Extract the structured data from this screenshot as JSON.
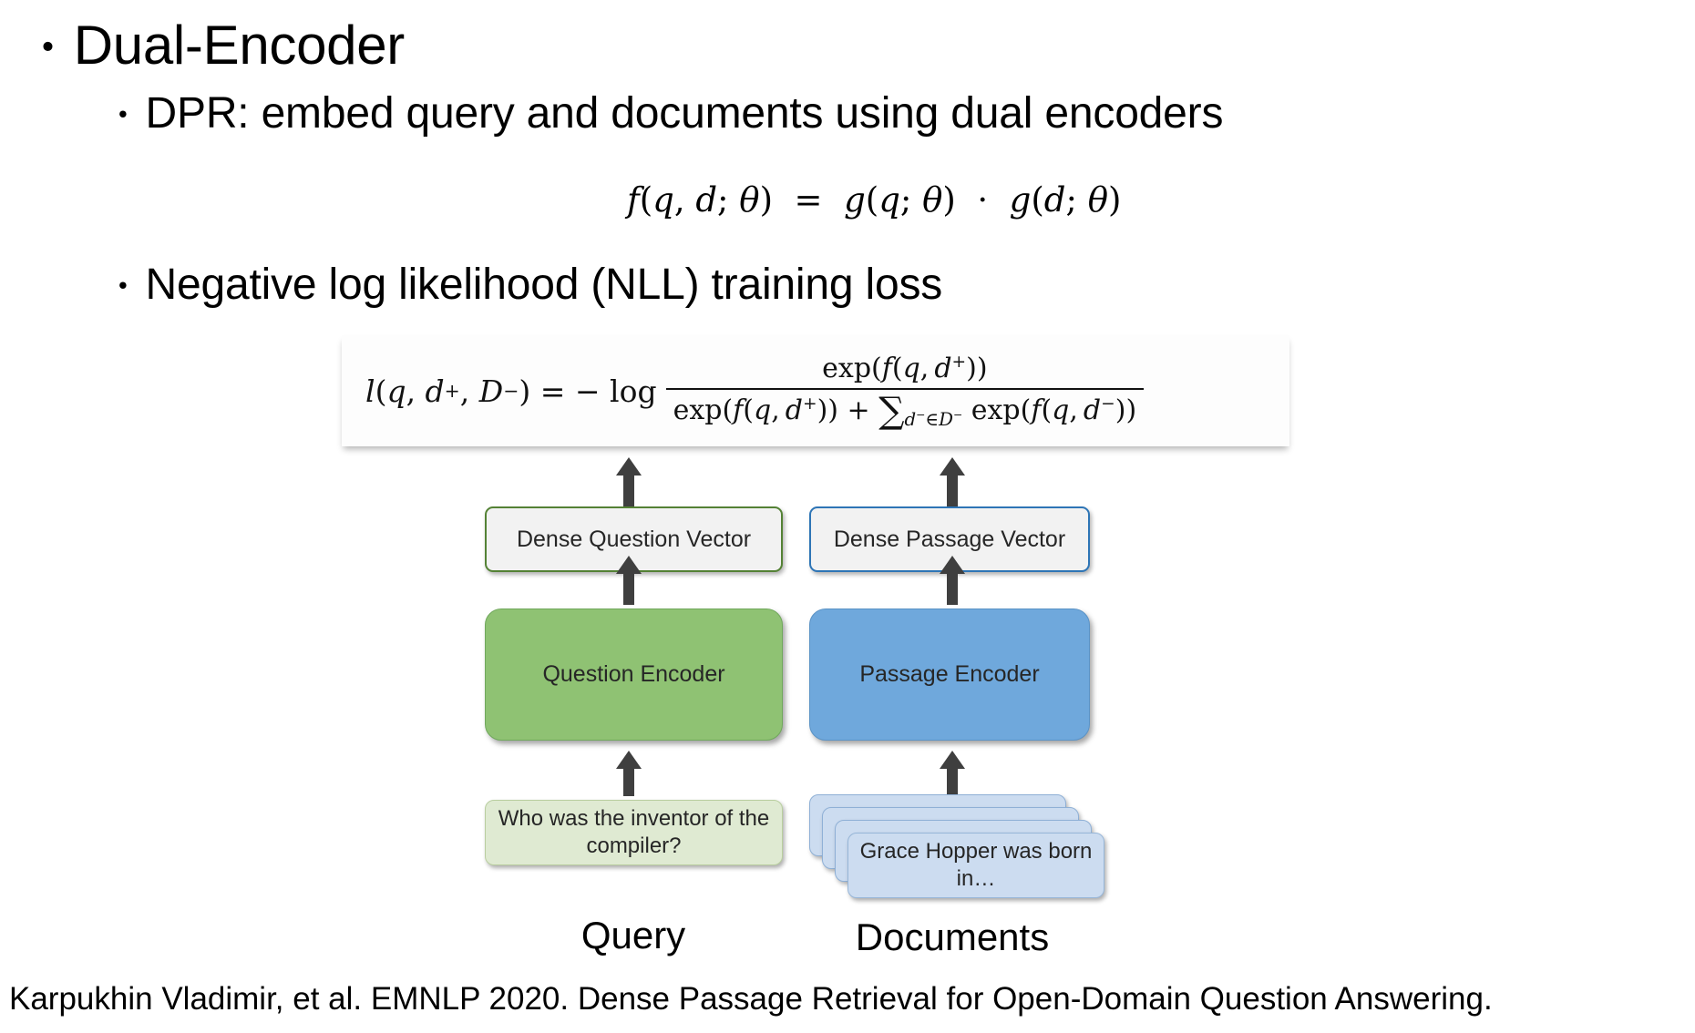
{
  "slide": {
    "background_color": "#ffffff",
    "bullets": [
      {
        "level": 1,
        "text": "Dual-Encoder",
        "marker": "•"
      },
      {
        "level": 2,
        "text": "DPR: embed query and documents using dual encoders",
        "marker": "•"
      },
      {
        "level": 2,
        "text": "Negative log likelihood (NLL) training loss",
        "marker": "•"
      }
    ],
    "citation": "Karpukhin Vladimir, et al. EMNLP 2020. Dense Passage Retrieval for Open-Domain Question Answering."
  },
  "scoring_formula": {
    "plain": "f(q, d; θ) = g(q; θ) · g(d; θ)",
    "lhs_fn": "f",
    "lhs_args": "(q, d; θ)",
    "equals": "=",
    "rhs_fn1": "g",
    "rhs_args1": "(q; θ)",
    "dot": "·",
    "rhs_fn2": "g",
    "rhs_args2": "(d; θ)"
  },
  "nll_formula": {
    "plain": "l(q, d+, D-) = - log  exp(f(q,d+)) / ( exp(f(q,d+)) + Σ_{d- ∈ D-} exp(f(q,d-)) )",
    "lhs": "l(q, d⁺, D⁻)",
    "equals": "=",
    "neg_log": "− log",
    "numerator": "exp(f(q, d⁺))",
    "denominator": "exp(f(q, d⁺)) + Σ_{d⁻∈D⁻} exp(f(q, d⁻))",
    "sum_symbol": "∑",
    "sum_subscript": "d⁻ ∈ D⁻"
  },
  "diagram": {
    "left_column_label": "Query",
    "right_column_label": "Documents",
    "nodes": {
      "dense_question_vector": "Dense Question Vector",
      "dense_passage_vector": "Dense Passage Vector",
      "question_encoder": "Question Encoder",
      "passage_encoder": "Passage Encoder",
      "query_text": "Who was the inventor of the compiler?",
      "document_text": "Grace Hopper was born in…"
    },
    "colors": {
      "question_encoder_fill": "#8fc273",
      "passage_encoder_fill": "#6fa8dc",
      "query_box_fill": "#dfead2",
      "document_box_fill": "#ccdcf0",
      "vector_box_fill": "#f2f2f2",
      "green_border": "#548235",
      "blue_border": "#2e75b6",
      "arrow_color": "#3f3f3f"
    },
    "document_stack_count": 4,
    "arrow_icon": "arrow-up-icon"
  }
}
